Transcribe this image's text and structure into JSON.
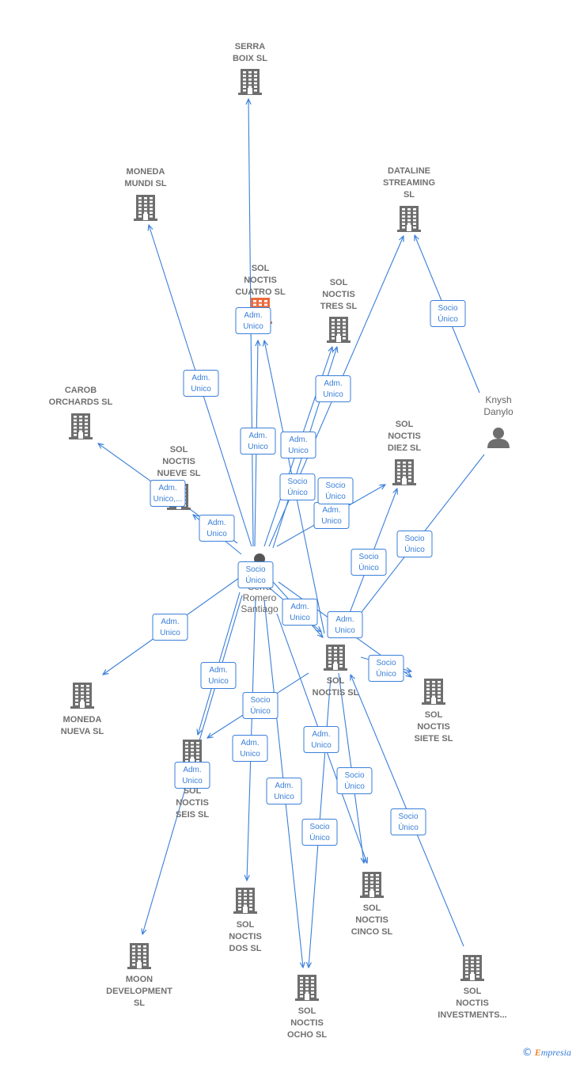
{
  "colors": {
    "edge": "#3a7fd9",
    "building": "#6e6e6e",
    "building_highlight": "#ee6a3c",
    "label": "#707070",
    "watermark_e": "#f0842c"
  },
  "nodes": [
    {
      "id": "central",
      "type": "person",
      "icon": "person-icon",
      "lines": [
        "Serra",
        "Romero",
        "Santiago"
      ]
    },
    {
      "id": "serra_boix",
      "type": "company",
      "icon": "building-icon",
      "lines": [
        "SERRA",
        "BOIX  SL"
      ]
    },
    {
      "id": "moneda_mundi",
      "type": "company",
      "icon": "building-icon",
      "lines": [
        "MONEDA",
        "MUNDI SL"
      ]
    },
    {
      "id": "dataline",
      "type": "company",
      "icon": "building-icon",
      "lines": [
        "DATALINE",
        "STREAMING",
        "SL"
      ]
    },
    {
      "id": "cuatro",
      "type": "company",
      "icon": "building-icon",
      "highlight": true,
      "lines": [
        "SOL",
        "NOCTIS",
        "CUATRO  SL"
      ]
    },
    {
      "id": "tres",
      "type": "company",
      "icon": "building-icon",
      "lines": [
        "SOL",
        "NOCTIS",
        "TRES  SL"
      ]
    },
    {
      "id": "carob",
      "type": "company",
      "icon": "building-icon",
      "lines": [
        "CAROB",
        "ORCHARDS  SL"
      ]
    },
    {
      "id": "knysh",
      "type": "person",
      "icon": "person-icon",
      "lines": [
        "Knysh",
        "Danylo"
      ]
    },
    {
      "id": "diez",
      "type": "company",
      "icon": "building-icon",
      "lines": [
        "SOL",
        "NOCTIS",
        "DIEZ  SL"
      ]
    },
    {
      "id": "nueve",
      "type": "company",
      "icon": "building-icon",
      "lines": [
        "SOL",
        "NOCTIS",
        "NUEVE  SL"
      ]
    },
    {
      "id": "sol_noctis",
      "type": "company",
      "icon": "building-icon",
      "lines": [
        "SOL",
        "NOCTIS  SL"
      ]
    },
    {
      "id": "siete",
      "type": "company",
      "icon": "building-icon",
      "lines": [
        "SOL",
        "NOCTIS",
        "SIETE  SL"
      ]
    },
    {
      "id": "moneda_nueva",
      "type": "company",
      "icon": "building-icon",
      "lines": [
        "MONEDA",
        "NUEVA SL"
      ]
    },
    {
      "id": "seis",
      "type": "company",
      "icon": "building-icon",
      "lines": [
        "SOL",
        "NOCTIS",
        "SEIS  SL"
      ]
    },
    {
      "id": "dos",
      "type": "company",
      "icon": "building-icon",
      "lines": [
        "SOL",
        "NOCTIS",
        "DOS  SL"
      ]
    },
    {
      "id": "cinco",
      "type": "company",
      "icon": "building-icon",
      "lines": [
        "SOL",
        "NOCTIS",
        "CINCO  SL"
      ]
    },
    {
      "id": "moon",
      "type": "company",
      "icon": "building-icon",
      "lines": [
        "MOON",
        "DEVELOPMENT",
        "SL"
      ]
    },
    {
      "id": "ocho",
      "type": "company",
      "icon": "building-icon",
      "lines": [
        "SOL",
        "NOCTIS",
        "OCHO  SL"
      ]
    },
    {
      "id": "investments",
      "type": "company",
      "icon": "building-icon",
      "lines": [
        "SOL",
        "NOCTIS",
        "INVESTMENTS..."
      ]
    }
  ],
  "relations": [
    {
      "from": "central",
      "to": "serra_boix",
      "label": [
        "Adm.",
        "Unico"
      ]
    },
    {
      "from": "central",
      "to": "moneda_mundi",
      "label": [
        "Adm.",
        "Unico"
      ]
    },
    {
      "from": "central",
      "to": "cuatro",
      "label": [
        "Adm.",
        "Unico"
      ]
    },
    {
      "from": "central",
      "to": "tres",
      "label": [
        "Adm.",
        "Unico"
      ]
    },
    {
      "from": "central",
      "to": "dataline",
      "label": [
        "Adm.",
        "Unico"
      ]
    },
    {
      "from": "central",
      "to": "tres",
      "label": [
        "Socio",
        "Único"
      ]
    },
    {
      "from": "central",
      "to": "carob",
      "label": [
        "Adm.",
        "Unico,..."
      ]
    },
    {
      "from": "central",
      "to": "nueve",
      "label": [
        "Adm.",
        "Unico"
      ]
    },
    {
      "from": "central",
      "to": "diez",
      "label": [
        "Adm.",
        "Unico"
      ]
    },
    {
      "from": "sol_noctis",
      "to": "cuatro",
      "label": [
        "Socio",
        "Único"
      ]
    },
    {
      "from": "sol_noctis",
      "to": "diez",
      "label": [
        "Socio",
        "Único"
      ]
    },
    {
      "from": "knysh",
      "to": "dataline",
      "label": [
        "Socio",
        "Único"
      ]
    },
    {
      "from": "knysh",
      "to": "sol_noctis",
      "label": [
        "Socio",
        "Único"
      ]
    },
    {
      "from": "central",
      "to": "sol_noctis",
      "label": [
        "Socio",
        "Único"
      ]
    },
    {
      "from": "central",
      "to": "siete",
      "label": [
        "Adm.",
        "Unico"
      ]
    },
    {
      "from": "central",
      "to": "sol_noctis",
      "label": [
        "Adm.",
        "Unico"
      ]
    },
    {
      "from": "sol_noctis",
      "to": "siete",
      "label": [
        "Socio",
        "Único"
      ]
    },
    {
      "from": "central",
      "to": "moneda_nueva",
      "label": [
        "Adm.",
        "Unico"
      ]
    },
    {
      "from": "central",
      "to": "seis",
      "label": [
        "Adm.",
        "Unico"
      ]
    },
    {
      "from": "sol_noctis",
      "to": "seis",
      "label": [
        "Socio",
        "Único"
      ]
    },
    {
      "from": "central",
      "to": "moon",
      "label": [
        "Adm.",
        "Unico"
      ]
    },
    {
      "from": "central",
      "to": "dos",
      "label": [
        "Adm.",
        "Unico"
      ]
    },
    {
      "from": "central",
      "to": "cinco",
      "label": [
        "Adm.",
        "Unico"
      ]
    },
    {
      "from": "central",
      "to": "ocho",
      "label": [
        "Adm.",
        "Unico"
      ]
    },
    {
      "from": "sol_noctis",
      "to": "cinco",
      "label": [
        "Socio",
        "Único"
      ]
    },
    {
      "from": "sol_noctis",
      "to": "ocho",
      "label": [
        "Socio",
        "Único"
      ]
    },
    {
      "from": "investments",
      "to": "sol_noctis",
      "label": [
        "Socio",
        "Único"
      ]
    }
  ],
  "watermark": {
    "symbol": "©",
    "brand_first": "E",
    "brand_rest": "mpresia"
  }
}
